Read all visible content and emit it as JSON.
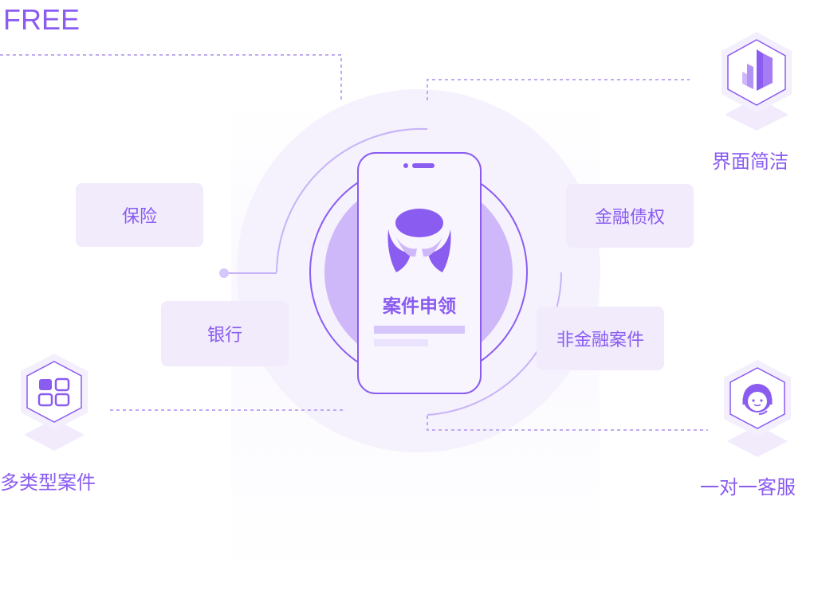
{
  "brand_label": "FREE",
  "center": {
    "title": "案件申领",
    "icon": "app-logo-icon"
  },
  "categories": {
    "insurance": "保险",
    "bank": "银行",
    "financial_debt": "金融债权",
    "non_financial": "非金融案件"
  },
  "features": {
    "simple_ui": {
      "label": "界面简洁",
      "icon": "bar-chart-icon"
    },
    "multi_type": {
      "label": "多类型案件",
      "icon": "grid-apps-icon"
    },
    "one_on_one": {
      "label": "一对一客服",
      "icon": "customer-service-icon"
    }
  },
  "colors": {
    "accent": "#8a5cf0",
    "card_bg": "#f1ebfc",
    "soft": "#d6c6fb"
  }
}
